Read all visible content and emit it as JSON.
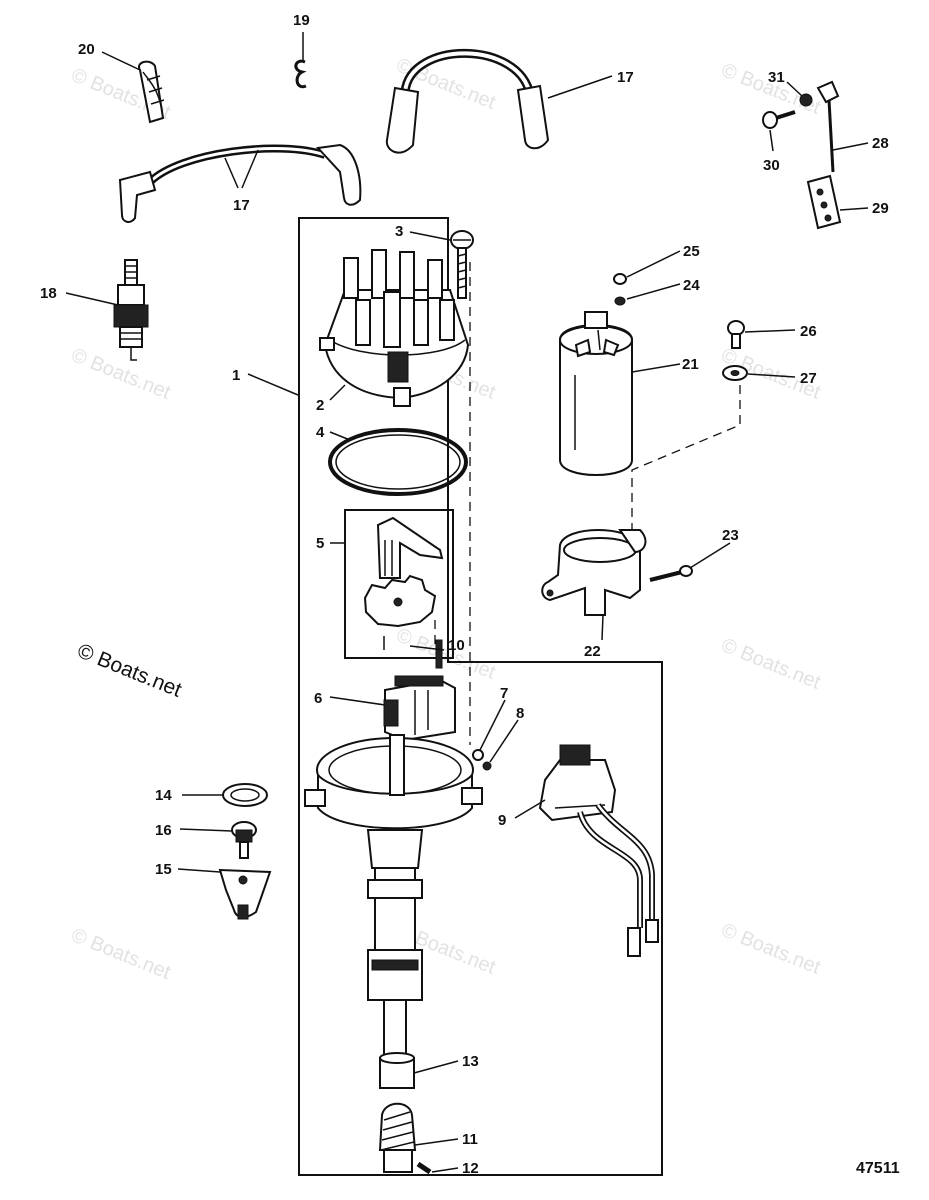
{
  "copyright": "© Boats.net",
  "watermark": "© Boats.net",
  "figure_number": "47511",
  "callouts": {
    "c1": "1",
    "c2": "2",
    "c3": "3",
    "c4": "4",
    "c5": "5",
    "c6": "6",
    "c7": "7",
    "c8": "8",
    "c9": "9",
    "c10": "10",
    "c11": "11",
    "c12": "12",
    "c13": "13",
    "c14": "14",
    "c15": "15",
    "c16": "16",
    "c17a": "17",
    "c17b": "17",
    "c18": "18",
    "c19": "19",
    "c20": "20",
    "c21": "21",
    "c22": "22",
    "c23": "23",
    "c24": "24",
    "c25": "25",
    "c26": "26",
    "c27": "27",
    "c28": "28",
    "c29": "29",
    "c30": "30",
    "c31": "31"
  }
}
